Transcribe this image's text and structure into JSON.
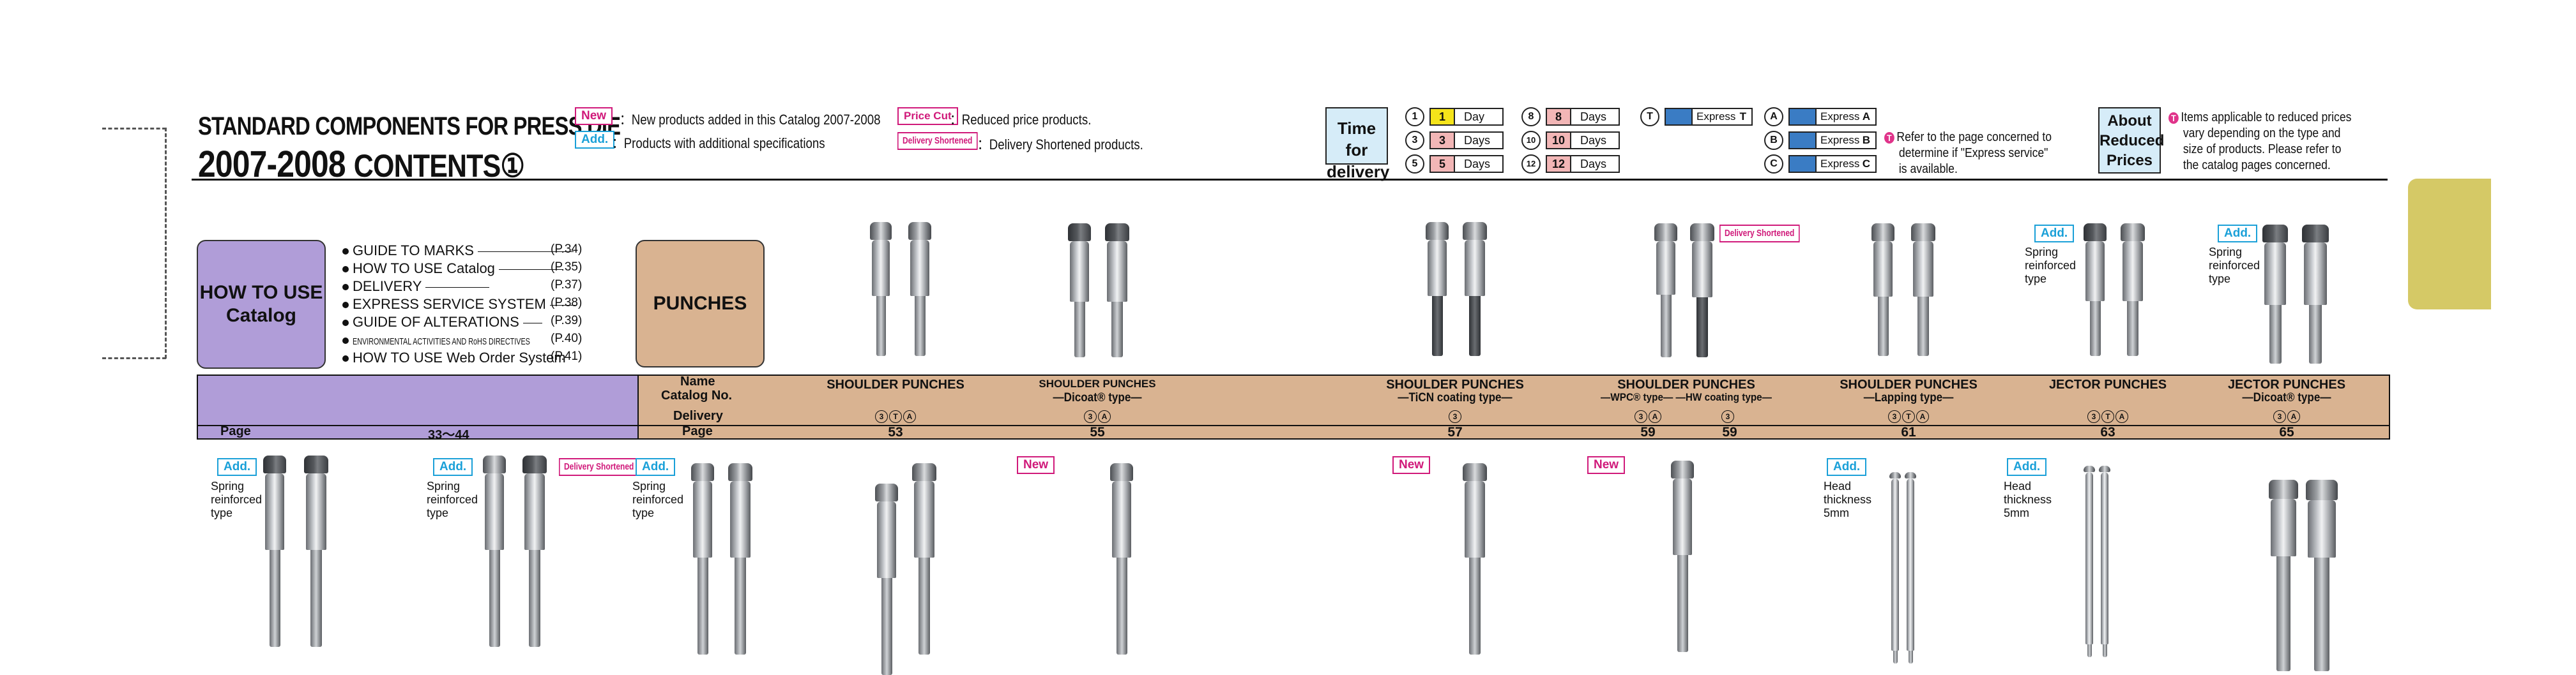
{
  "title": {
    "line1": "STANDARD COMPONENTS FOR PRESS DIE",
    "line2_year": "2007-2008",
    "line2_contents": "CONTENTS①"
  },
  "legend": {
    "new_tag": "New",
    "new_text": "：New products added in this Catalog 2007-2008",
    "add_tag": "Add.",
    "add_text": "：Products with additional specifications",
    "cut_tag": "Price Cut",
    "cut_text": "：Reduced price products.",
    "short_tag": "Delivery Shortened",
    "short_text": "：Delivery Shortened products."
  },
  "delivery": {
    "box_label": "Time for delivery",
    "items": [
      {
        "mark": "1",
        "num": "1",
        "unit": "Day",
        "color": "#f5e41a"
      },
      {
        "mark": "3",
        "num": "3",
        "unit": "Days",
        "color": "#f2b6b6"
      },
      {
        "mark": "5",
        "num": "5",
        "unit": "Days",
        "color": "#f2b6b6"
      },
      {
        "mark": "8",
        "num": "8",
        "unit": "Days",
        "color": "#f2b6b6"
      },
      {
        "mark": "10",
        "num": "10",
        "unit": "Days",
        "color": "#f2b6b6"
      },
      {
        "mark": "12",
        "num": "12",
        "unit": "Days",
        "color": "#f2b6b6"
      }
    ],
    "express": [
      {
        "mark": "T",
        "label": "Express",
        "code": "T"
      },
      {
        "mark": "A",
        "label": "Express",
        "code": "A"
      },
      {
        "mark": "B",
        "label": "Express",
        "code": "B"
      },
      {
        "mark": "C",
        "label": "Express",
        "code": "C"
      }
    ],
    "express_note": [
      "Refer to the page concerned to",
      "determine if \"Express service\"",
      "is available."
    ]
  },
  "reduced": {
    "box_label": "About Reduced Prices",
    "note": [
      "Items applicable to reduced prices",
      "vary depending on the type and",
      "size of products. Please refer to",
      "the catalog pages concerned."
    ]
  },
  "how_to_use": {
    "box_label": "HOW TO USE Catalog",
    "items": [
      {
        "label": "GUIDE TO MARKS",
        "page": "(P.34)"
      },
      {
        "label": "HOW TO USE Catalog",
        "page": "(P.35)"
      },
      {
        "label": "DELIVERY",
        "page": "(P.37)"
      },
      {
        "label": "EXPRESS SERVICE SYSTEM",
        "page": "(P.38)"
      },
      {
        "label": "GUIDE OF ALTERATIONS",
        "page": "(P.39)"
      },
      {
        "label": "ENVIRONMENTAL ACTIVITIES AND RoHS DIRECTIVES",
        "page": "(P.40)"
      },
      {
        "label": "HOW TO USE Web Order System",
        "page": "(P.41)"
      }
    ]
  },
  "punches_box": "PUNCHES",
  "table": {
    "row_labels": {
      "name": "Name",
      "catalog": "Catalog  No.",
      "delivery": "Delivery",
      "page": "Page"
    },
    "left_page_label": "Page",
    "left_page_range": "33～44",
    "columns": [
      {
        "name": "SHOULDER PUNCHES",
        "sub": "",
        "delivery": [
          "3",
          "T",
          "A"
        ],
        "page": "53"
      },
      {
        "name": "SHOULDER PUNCHES",
        "sub": "―Dicoat® type―",
        "delivery": [
          "3",
          "A"
        ],
        "page": "55"
      },
      {
        "name": "SHOULDER PUNCHES",
        "sub": "―TiCN coating type―",
        "delivery": [
          "3"
        ],
        "page": "57"
      },
      {
        "name": "SHOULDER PUNCHES",
        "sub": "―WPC® type―  ―HW coating type―",
        "delivery": [
          "3",
          "A"
        ],
        "delivery2": [
          "3"
        ],
        "page": "59",
        "page2": "59"
      },
      {
        "name": "SHOULDER PUNCHES",
        "sub": "―Lapping type―",
        "delivery": [
          "3",
          "T",
          "A"
        ],
        "page": "61"
      },
      {
        "name": "JECTOR PUNCHES",
        "sub": "",
        "delivery": [
          "3",
          "T",
          "A"
        ],
        "page": "63"
      },
      {
        "name": "JECTOR PUNCHES",
        "sub": "―Dicoat® type―",
        "delivery": [
          "3",
          "A"
        ],
        "page": "65"
      }
    ]
  },
  "product_labels": {
    "spring_reinforced": [
      "Spring",
      "reinforced",
      "type"
    ],
    "head_thickness": [
      "Head",
      "thickness",
      "5mm"
    ],
    "add": "Add.",
    "new": "New",
    "delivery_shortened": "Delivery Shortened"
  }
}
